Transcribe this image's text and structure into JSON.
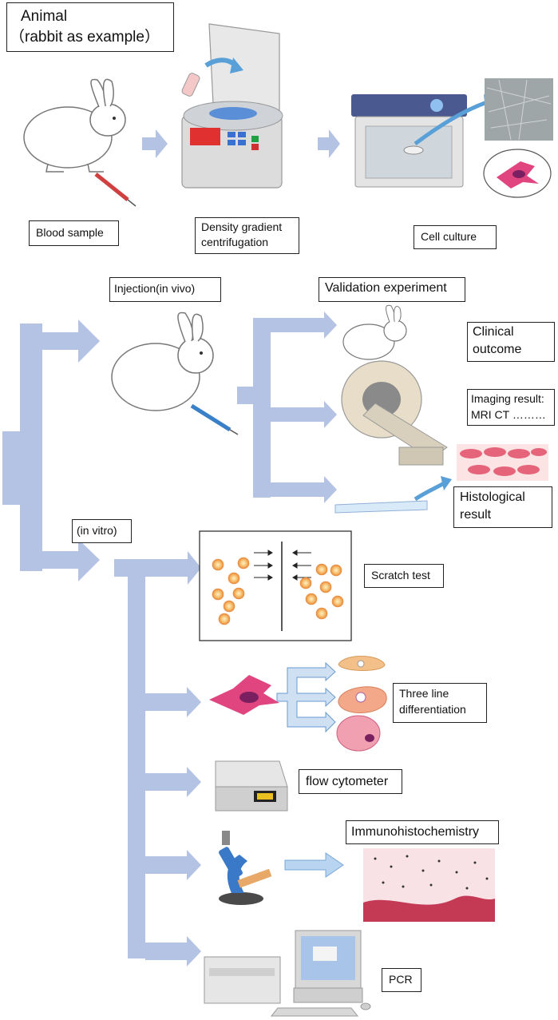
{
  "title": {
    "line1": "Animal",
    "line2": "（rabbit as example）"
  },
  "steps": {
    "blood_sample": "Blood sample",
    "density_line1": "Density gradient",
    "density_line2": "centrifugation",
    "cell_culture": "Cell culture"
  },
  "branches": {
    "injection": "Injection(in vivo)",
    "validation": "Validation experiment",
    "in_vitro": "(in vitro)"
  },
  "in_vivo_results": {
    "clinical_line1": "Clinical",
    "clinical_line2": "outcome",
    "imaging_line1": "Imaging result:",
    "imaging_line2": "MRI CT ………",
    "histo_line1": "Histological",
    "histo_line2": "result"
  },
  "in_vitro_results": {
    "scratch": "Scratch test",
    "three_line1": "Three line",
    "three_line2": "differentiation",
    "flow": "flow cytometer",
    "immuno": "Immunohistochemistry",
    "pcr": "PCR"
  },
  "colors": {
    "arrow": "#b4c3e3",
    "cell_orange": "#f0a24a",
    "cell_pink": "#e0457f",
    "stain": "#e8a0b0"
  }
}
